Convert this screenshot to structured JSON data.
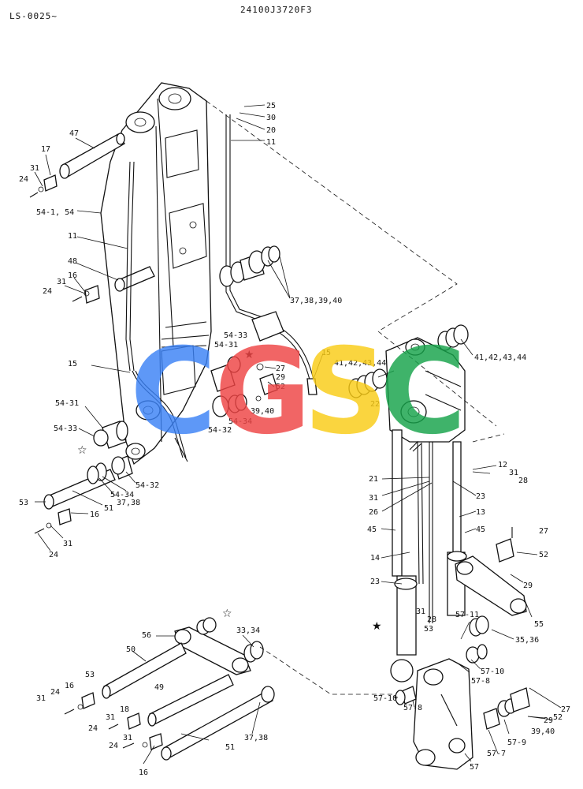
{
  "header": {
    "serial_range": "LS-0025~",
    "part_number": "24100J3720F3"
  },
  "watermark": {
    "letters": [
      "C",
      "G",
      "S",
      "C"
    ],
    "colors": [
      "#3b82f6",
      "#ef4444",
      "#facc15",
      "#16a34a"
    ]
  },
  "callouts": [
    {
      "id": "c-25",
      "text": "25"
    },
    {
      "id": "c-30",
      "text": "30"
    },
    {
      "id": "c-20",
      "text": "20"
    },
    {
      "id": "c-11a",
      "text": "11"
    },
    {
      "id": "c-47",
      "text": "47"
    },
    {
      "id": "c-17",
      "text": "17"
    },
    {
      "id": "c-31a",
      "text": "31"
    },
    {
      "id": "c-24a",
      "text": "24"
    },
    {
      "id": "c-54-1",
      "text": "54-1, 54"
    },
    {
      "id": "c-11b",
      "text": "11"
    },
    {
      "id": "c-48",
      "text": "48"
    },
    {
      "id": "c-16a",
      "text": "16"
    },
    {
      "id": "c-31b",
      "text": "31"
    },
    {
      "id": "c-24b",
      "text": "24"
    },
    {
      "id": "c-37-38-39-40",
      "text": "37,38,39,40"
    },
    {
      "id": "c-54-33a",
      "text": "54-33"
    },
    {
      "id": "c-54-31a",
      "text": "54-31"
    },
    {
      "id": "c-15a",
      "text": "15"
    },
    {
      "id": "c-27a",
      "text": "27"
    },
    {
      "id": "c-29a",
      "text": "29"
    },
    {
      "id": "c-52a",
      "text": "52"
    },
    {
      "id": "c-39-40a",
      "text": "39,40"
    },
    {
      "id": "c-54-34a",
      "text": "54-34"
    },
    {
      "id": "c-54-32a",
      "text": "54-32"
    },
    {
      "id": "c-15b",
      "text": "15"
    },
    {
      "id": "c-41-44a",
      "text": "41,42,43,44"
    },
    {
      "id": "c-41-44b",
      "text": "41,42,43,44"
    },
    {
      "id": "c-22",
      "text": "22"
    },
    {
      "id": "c-54-31b",
      "text": "54-31"
    },
    {
      "id": "c-54-33b",
      "text": "54-33"
    },
    {
      "id": "c-54-32b",
      "text": "54-32"
    },
    {
      "id": "c-54-34b",
      "text": "54-34"
    },
    {
      "id": "c-37-38a",
      "text": "37,38"
    },
    {
      "id": "c-51a",
      "text": "51"
    },
    {
      "id": "c-53a",
      "text": "53"
    },
    {
      "id": "c-16b",
      "text": "16"
    },
    {
      "id": "c-31c",
      "text": "31"
    },
    {
      "id": "c-24c",
      "text": "24"
    },
    {
      "id": "c-12",
      "text": "12"
    },
    {
      "id": "c-31d",
      "text": "31"
    },
    {
      "id": "c-28a",
      "text": "28"
    },
    {
      "id": "c-21",
      "text": "21"
    },
    {
      "id": "c-31e",
      "text": "31"
    },
    {
      "id": "c-26",
      "text": "26"
    },
    {
      "id": "c-23a",
      "text": "23"
    },
    {
      "id": "c-13",
      "text": "13"
    },
    {
      "id": "c-45a",
      "text": "45"
    },
    {
      "id": "c-45b",
      "text": "45"
    },
    {
      "id": "c-27b",
      "text": "27"
    },
    {
      "id": "c-14",
      "text": "14"
    },
    {
      "id": "c-52b",
      "text": "52"
    },
    {
      "id": "c-23b",
      "text": "23"
    },
    {
      "id": "c-29b",
      "text": "29"
    },
    {
      "id": "c-31f",
      "text": "31"
    },
    {
      "id": "c-28b",
      "text": "28"
    },
    {
      "id": "c-55",
      "text": "55"
    },
    {
      "id": "c-57-11",
      "text": "57-11"
    },
    {
      "id": "c-53b",
      "text": "53"
    },
    {
      "id": "c-35-36",
      "text": "35,36"
    },
    {
      "id": "c-56",
      "text": "56"
    },
    {
      "id": "c-33-34",
      "text": "33,34"
    },
    {
      "id": "c-50",
      "text": "50"
    },
    {
      "id": "c-57-10a",
      "text": "57-10"
    },
    {
      "id": "c-57-8a",
      "text": "57-8"
    },
    {
      "id": "c-53c",
      "text": "53"
    },
    {
      "id": "c-16c",
      "text": "16"
    },
    {
      "id": "c-24d",
      "text": "24"
    },
    {
      "id": "c-31g",
      "text": "31"
    },
    {
      "id": "c-49",
      "text": "49"
    },
    {
      "id": "c-57-10b",
      "text": "57-10"
    },
    {
      "id": "c-57-8b",
      "text": "57-8"
    },
    {
      "id": "c-27c",
      "text": "27"
    },
    {
      "id": "c-18",
      "text": "18"
    },
    {
      "id": "c-31h",
      "text": "31"
    },
    {
      "id": "c-24e",
      "text": "24"
    },
    {
      "id": "c-52c",
      "text": "52"
    },
    {
      "id": "c-29c",
      "text": "29"
    },
    {
      "id": "c-39-40b",
      "text": "39,40"
    },
    {
      "id": "c-37-38b",
      "text": "37,38"
    },
    {
      "id": "c-31i",
      "text": "31"
    },
    {
      "id": "c-24f",
      "text": "24"
    },
    {
      "id": "c-51b",
      "text": "51"
    },
    {
      "id": "c-57-9",
      "text": "57-9"
    },
    {
      "id": "c-16d",
      "text": "16"
    },
    {
      "id": "c-57-7",
      "text": "57-7"
    },
    {
      "id": "c-57",
      "text": "57"
    }
  ]
}
